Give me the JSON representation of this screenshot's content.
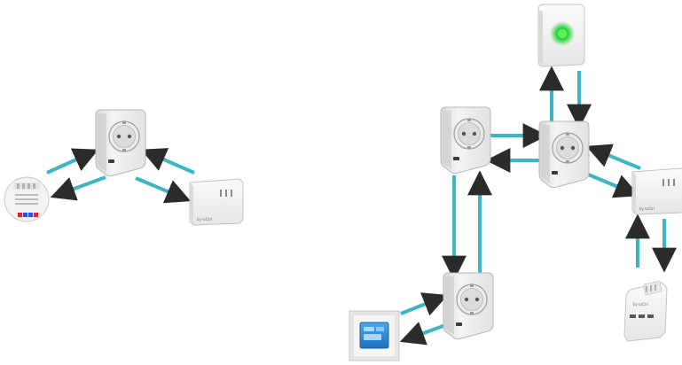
{
  "diagram": {
    "type": "network-topology",
    "arrow_color": "#3bb6c4",
    "arrowhead_color": "#2b2b2b",
    "led_color": "#22d13a",
    "device_labels": {
      "gateway_small": "by ioCtrl",
      "gateway_right": "by ioCtrl",
      "thermostat_valve": "by ioCtrl"
    },
    "groups": [
      {
        "name": "simple-network",
        "devices": [
          "plug-router",
          "flush-module",
          "gateway"
        ],
        "links": [
          {
            "from": "flush-module",
            "to": "plug-router"
          },
          {
            "from": "plug-router",
            "to": "flush-module"
          },
          {
            "from": "gateway",
            "to": "plug-router"
          },
          {
            "from": "plug-router",
            "to": "gateway"
          }
        ]
      },
      {
        "name": "mesh-network",
        "devices": [
          "plug-left",
          "plug-center",
          "plug-bottom",
          "wall-sensor",
          "gateway",
          "room-thermostat",
          "radiator-valve"
        ],
        "links": [
          {
            "from": "plug-left",
            "to": "plug-center"
          },
          {
            "from": "plug-center",
            "to": "plug-left"
          },
          {
            "from": "plug-center",
            "to": "wall-sensor"
          },
          {
            "from": "wall-sensor",
            "to": "plug-center"
          },
          {
            "from": "gateway",
            "to": "plug-center"
          },
          {
            "from": "plug-center",
            "to": "gateway"
          },
          {
            "from": "plug-left",
            "to": "plug-bottom"
          },
          {
            "from": "plug-bottom",
            "to": "plug-left"
          },
          {
            "from": "room-thermostat",
            "to": "plug-bottom"
          },
          {
            "from": "plug-bottom",
            "to": "room-thermostat"
          },
          {
            "from": "gateway",
            "to": "radiator-valve"
          },
          {
            "from": "radiator-valve",
            "to": "gateway"
          }
        ]
      }
    ]
  }
}
